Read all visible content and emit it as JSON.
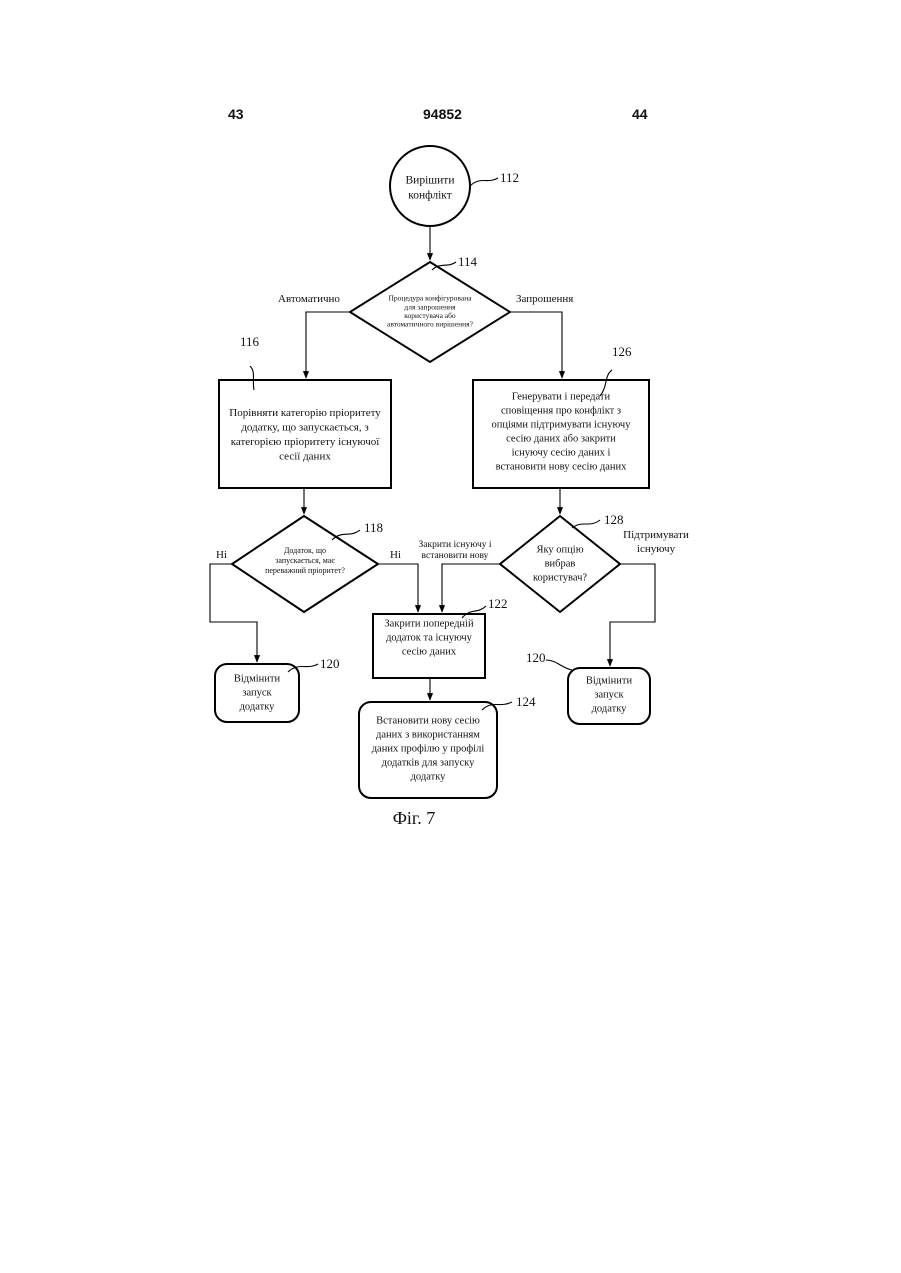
{
  "header": {
    "left": "43",
    "center": "94852",
    "right": "44"
  },
  "nodes": {
    "start": {
      "ref": "112",
      "lines": [
        "Вирішити",
        "конфлікт"
      ]
    },
    "d114": {
      "ref": "114",
      "lines": [
        "Процедура конфігурована",
        "для запрошення",
        "користувача або",
        "автоматичного вирішення?"
      ]
    },
    "b116": {
      "ref": "116",
      "lines": [
        "Порівняти категорію пріоритету",
        "додатку, що запускається, з",
        "категорією пріоритету існуючої",
        "сесії даних"
      ]
    },
    "b126": {
      "ref": "126",
      "lines": [
        "Генерувати і передати",
        "сповіщення про конфлікт з",
        "опціями підтримувати існуючу",
        "сесію даних або закрити",
        "існуючу сесію даних і",
        "встановити нову сесію даних"
      ]
    },
    "d118": {
      "ref": "118",
      "lines": [
        "Додаток, що",
        "запускається, має",
        "переважний пріоритет?"
      ]
    },
    "d128": {
      "ref": "128",
      "lines": [
        "Яку опцію",
        "вибрав",
        "користувач?"
      ]
    },
    "b122": {
      "ref": "122",
      "lines": [
        "Закрити попередній",
        "додаток та існуючу",
        "сесію даних"
      ]
    },
    "cancelL": {
      "ref": "120",
      "lines": [
        "Відмінити",
        "запуск",
        "додатку"
      ]
    },
    "cancelR": {
      "ref": "120",
      "lines": [
        "Відмінити",
        "запуск",
        "додатку"
      ]
    },
    "b124": {
      "ref": "124",
      "lines": [
        "Встановити нову сесію",
        "даних з використанням",
        "даних профілю у профілі",
        "додатків для запуску",
        "додатку"
      ]
    }
  },
  "edges": {
    "auto": "Автоматично",
    "invite": "Запрошення",
    "no_left": "Ні",
    "no_right": "Ні",
    "close_existing": [
      "Закрити існуючу і",
      "встановити нову"
    ],
    "keep_existing": [
      "Підтримувати",
      "існуючу"
    ]
  },
  "caption": "Фіг. 7"
}
